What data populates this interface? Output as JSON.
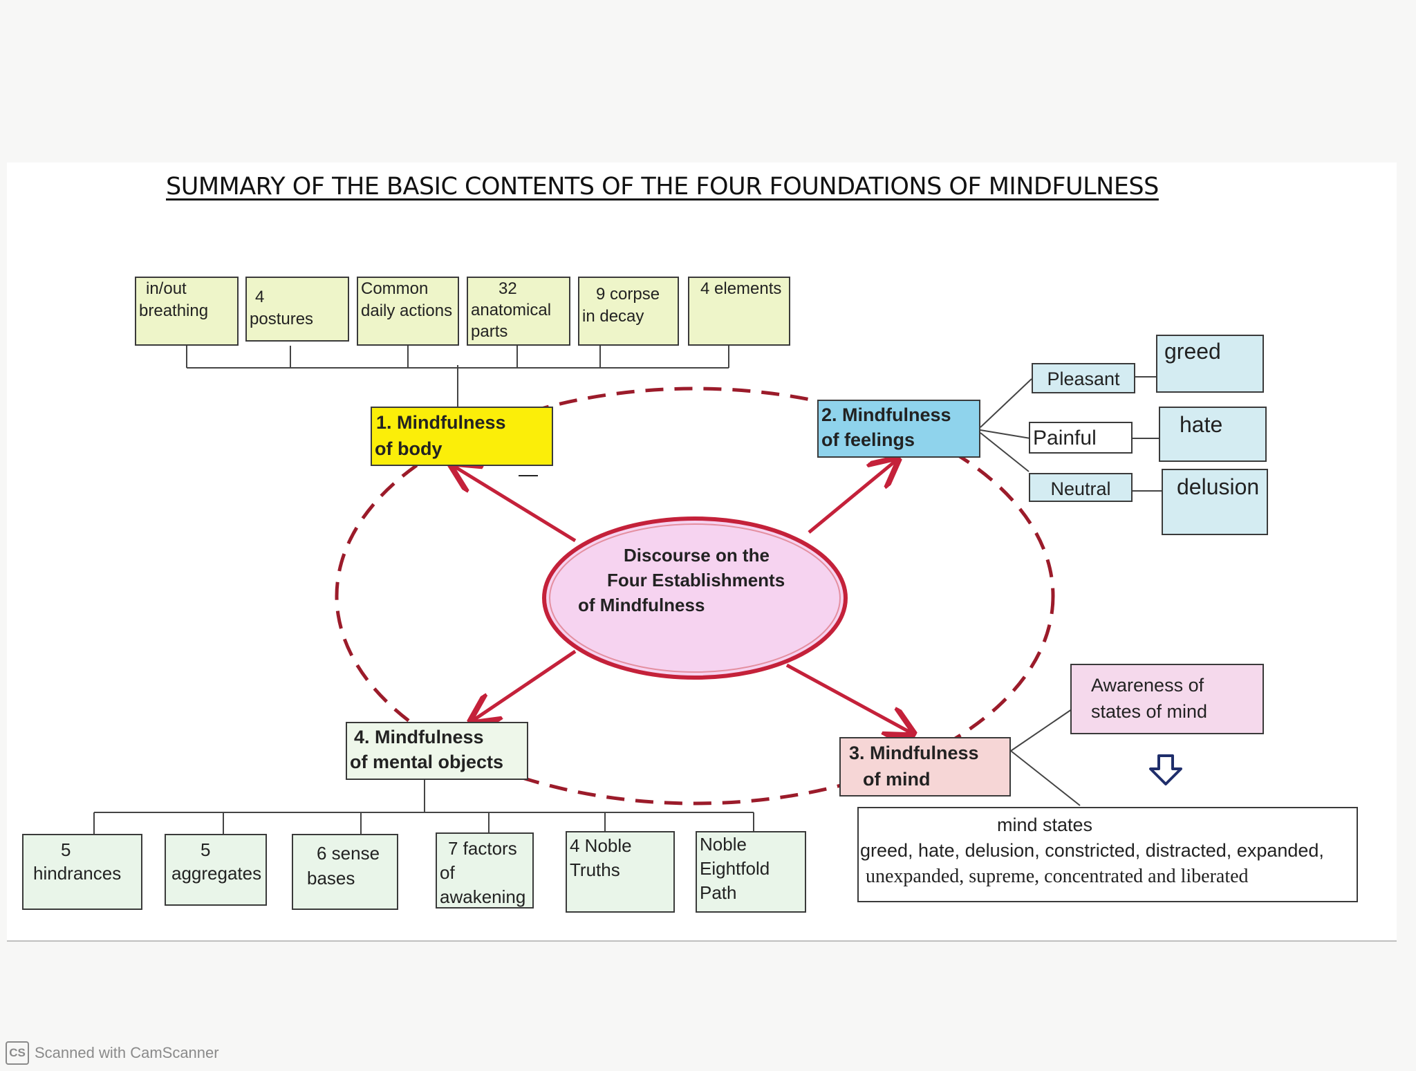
{
  "title": "SUMMARY OF THE BASIC CONTENTS OF THE FOUR FOUNDATIONS OF MINDFULNESS",
  "center": [
    "Discourse on the",
    "Four Establishments",
    "of Mindfulness"
  ],
  "body": {
    "label": [
      "1. Mindfulness",
      "of body"
    ],
    "items": [
      [
        "in/out",
        "breathing"
      ],
      [
        "4",
        "postures"
      ],
      [
        "Common",
        "daily actions"
      ],
      [
        "32",
        "anatomical",
        "parts"
      ],
      [
        "9  corpse",
        "in decay"
      ],
      [
        "4 elements"
      ]
    ]
  },
  "feelings": {
    "label": [
      "2. Mindfulness",
      "of feelings"
    ],
    "types": [
      "Pleasant",
      "Painful",
      "Neutral"
    ],
    "roots": [
      "greed",
      "hate",
      "delusion"
    ]
  },
  "mind": {
    "label": [
      "3. Mindfulness",
      "of mind"
    ],
    "awareness": [
      "Awareness of",
      "states of mind"
    ],
    "states_title": "mind states",
    "states_line1": "greed, hate, delusion, constricted, distracted, expanded,",
    "states_line2": "unexpanded, supreme, concentrated and liberated"
  },
  "objects": {
    "label": [
      "4. Mindfulness",
      "of mental objects"
    ],
    "items": [
      [
        "5",
        "hindrances"
      ],
      [
        "5",
        "aggregates"
      ],
      [
        "6 sense",
        "bases"
      ],
      [
        "7 factors",
        "of",
        "awakening"
      ],
      [
        "4 Noble",
        "Truths"
      ],
      [
        "Noble",
        "Eightfold",
        "Path"
      ]
    ]
  },
  "footer": {
    "logo": "CS",
    "text": "Scanned with CamScanner"
  },
  "colors": {
    "arrow": "#c4213a",
    "dashed_ring": "#9b1b2a",
    "body_box": "#fbee09",
    "feelings_box": "#8fd3ec",
    "center_fill": "#f6d3f0"
  }
}
